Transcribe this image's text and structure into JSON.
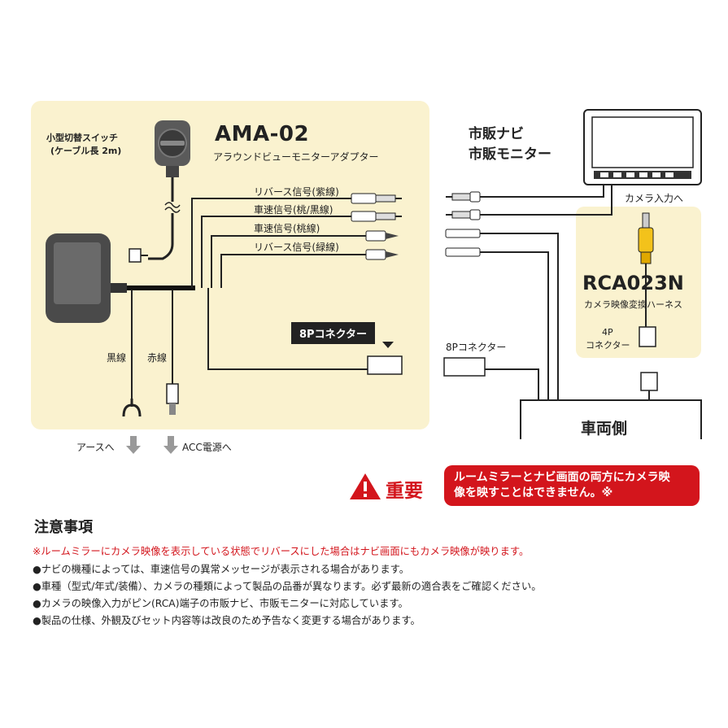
{
  "adapter": {
    "model": "AMA-02",
    "name": "アラウンドビューモニターアダプター",
    "switch_label_1": "小型切替スイッチ",
    "switch_label_2": "(ケーブル長 2m)",
    "wires": [
      "リバース信号(紫線)",
      "車速信号(桃/黒線)",
      "車速信号(桃線)",
      "リバース信号(緑線)"
    ],
    "black_wire": "黒線",
    "red_wire": "赤線",
    "connector_8p": "8Pコネクター"
  },
  "ground_label": "アースへ",
  "acc_label": "ACC電源へ",
  "navi": {
    "line1": "市販ナビ",
    "line2": "市販モニター",
    "camera_input": "カメラ入力へ",
    "connector_8p": "8Pコネクター",
    "vehicle_side": "車両側"
  },
  "harness": {
    "model": "RCA023N",
    "name": "カメラ映像変換ハーネス",
    "connector_4p_1": "4P",
    "connector_4p_2": "コネクター"
  },
  "important": {
    "label": "重要",
    "message_1": "ルームミラーとナビ画面の両方にカメラ映",
    "message_2": "像を映すことはできません。※"
  },
  "notes": {
    "title": "注意事項",
    "red_note": "※ルームミラーにカメラ映像を表示している状態でリバースにした場合はナビ画面にもカメラ映像が映ります。",
    "items": [
      "●ナビの機種によっては、車速信号の異常メッセージが表示される場合があります。",
      "●車種（型式/年式/装備）、カメラの種類によって製品の品番が異なります。必ず最新の適合表をご確認ください。",
      "●カメラの映像入力がピン(RCA)端子の市販ナビ、市販モニターに対応しています。",
      "●製品の仕様、外観及びセット内容等は改良のため予告なく変更する場合があります。"
    ]
  },
  "colors": {
    "panel": "#faf2cf",
    "accent_red": "#d3151c",
    "wire": "#222222",
    "rca_yellow": "#f3c21b"
  }
}
